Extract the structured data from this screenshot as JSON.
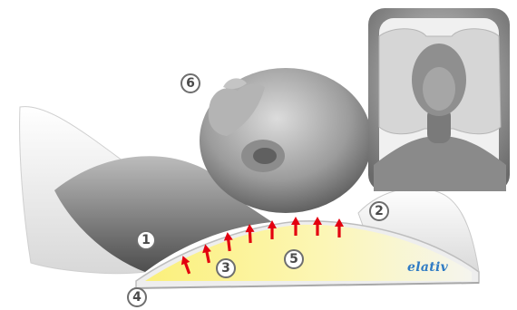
{
  "callouts": [
    "1",
    "2",
    "3",
    "4",
    "5",
    "6"
  ],
  "brand": "elativ",
  "colors": {
    "pillow": "#f2f2f2",
    "support_zone": "#fbf3a8",
    "arrow": "#e3000f",
    "brand": "#2f7bc4",
    "badge_border": "#6e6e6e"
  },
  "icons": {
    "arrow": "up-arrow-icon"
  }
}
